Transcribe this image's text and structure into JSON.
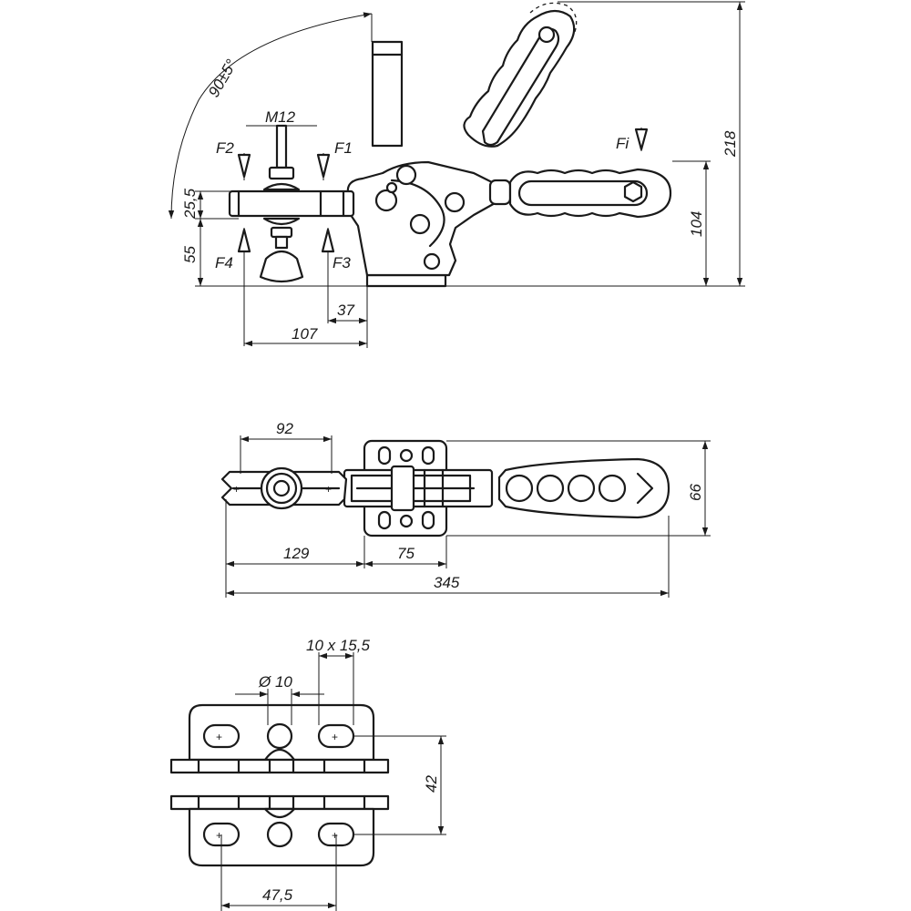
{
  "dimensions": {
    "side_view": {
      "angle": "90±5°",
      "thread": "M12",
      "force_f1": "F1",
      "force_f2": "F2",
      "force_f3": "F3",
      "force_f4": "F4",
      "force_fi": "Fi",
      "height_25_5": "25,5",
      "height_55": "55",
      "height_104": "104",
      "height_218": "218",
      "length_37": "37",
      "length_107": "107"
    },
    "top_view": {
      "width_92": "92",
      "height_66": "66",
      "length_129": "129",
      "length_75": "75",
      "length_345": "345"
    },
    "base_view": {
      "slot": "10 x 15,5",
      "hole": "Ø 10",
      "spacing_42": "42",
      "spacing_47_5": "47,5"
    }
  }
}
